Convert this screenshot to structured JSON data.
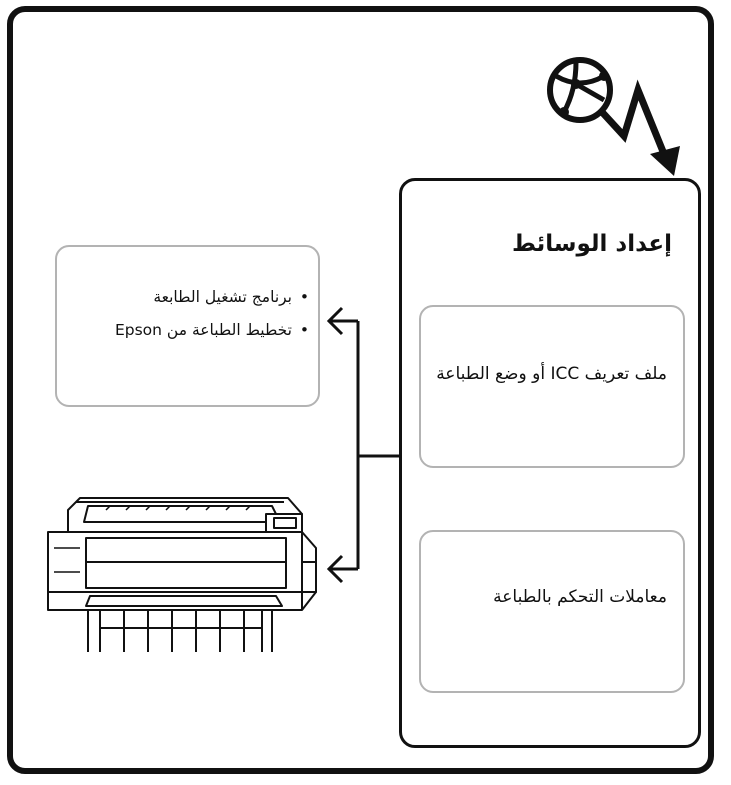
{
  "media_settings": {
    "title": "إعداد الوسائط",
    "icc_mode": "ملف تعريف ICC أو وضع الطباعة",
    "printer_control": "معاملات التحكم بالطباعة"
  },
  "software": {
    "items": [
      "برنامج تشغيل الطابعة",
      "تخطيط الطباعة من Epson"
    ]
  },
  "icons": {
    "globe": "globe-network-icon",
    "printer": "large-format-printer-icon"
  }
}
